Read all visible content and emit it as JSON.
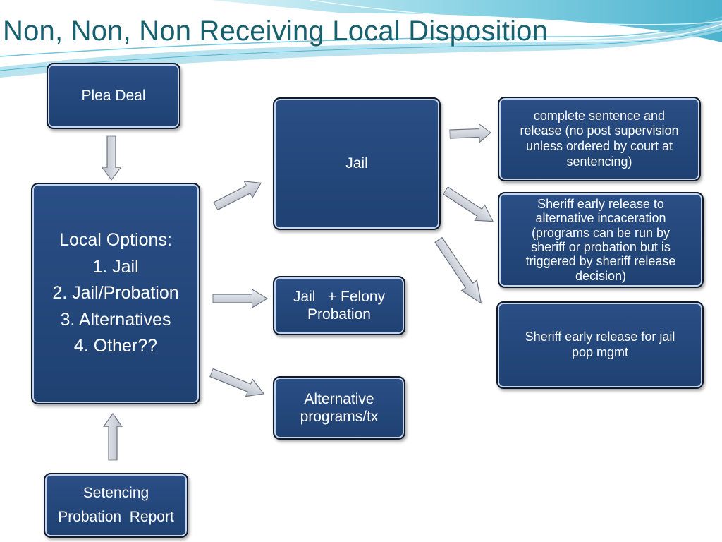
{
  "slide": {
    "title": "Non, Non, Non Receiving Local Disposition"
  },
  "nodes": {
    "plea_deal": "Plea Deal",
    "local_options": {
      "heading": "Local Options:",
      "items": [
        "1. Jail",
        "2. Jail/Probation",
        "3. Alternatives",
        "4. Other??"
      ]
    },
    "sentencing_report": [
      "Setencing",
      "Probation  Report"
    ],
    "jail": "Jail",
    "jail_felony_probation": [
      "Jail   + Felony",
      "Probation"
    ],
    "alternative_programs": [
      "Alternative",
      "programs/tx"
    ],
    "complete_sentence": [
      "complete sentence and",
      "release (no post supervision",
      "unless ordered by court at",
      "sentencing)"
    ],
    "sheriff_alt_incarceration": [
      "Sheriff early release to",
      "alternative incaceration",
      "(programs can be run by",
      "sheriff or probation but is",
      "triggered by sheriff release",
      "decision)"
    ],
    "sheriff_jail_pop": [
      "Sheriff early release for jail",
      "pop mgmt"
    ]
  },
  "colors": {
    "box_fill": "#1f4172",
    "box_border": "#0d1a2e",
    "arrow_fill": "#c6ccd6",
    "title": "#17616f",
    "wave": "#6fc6dc"
  }
}
